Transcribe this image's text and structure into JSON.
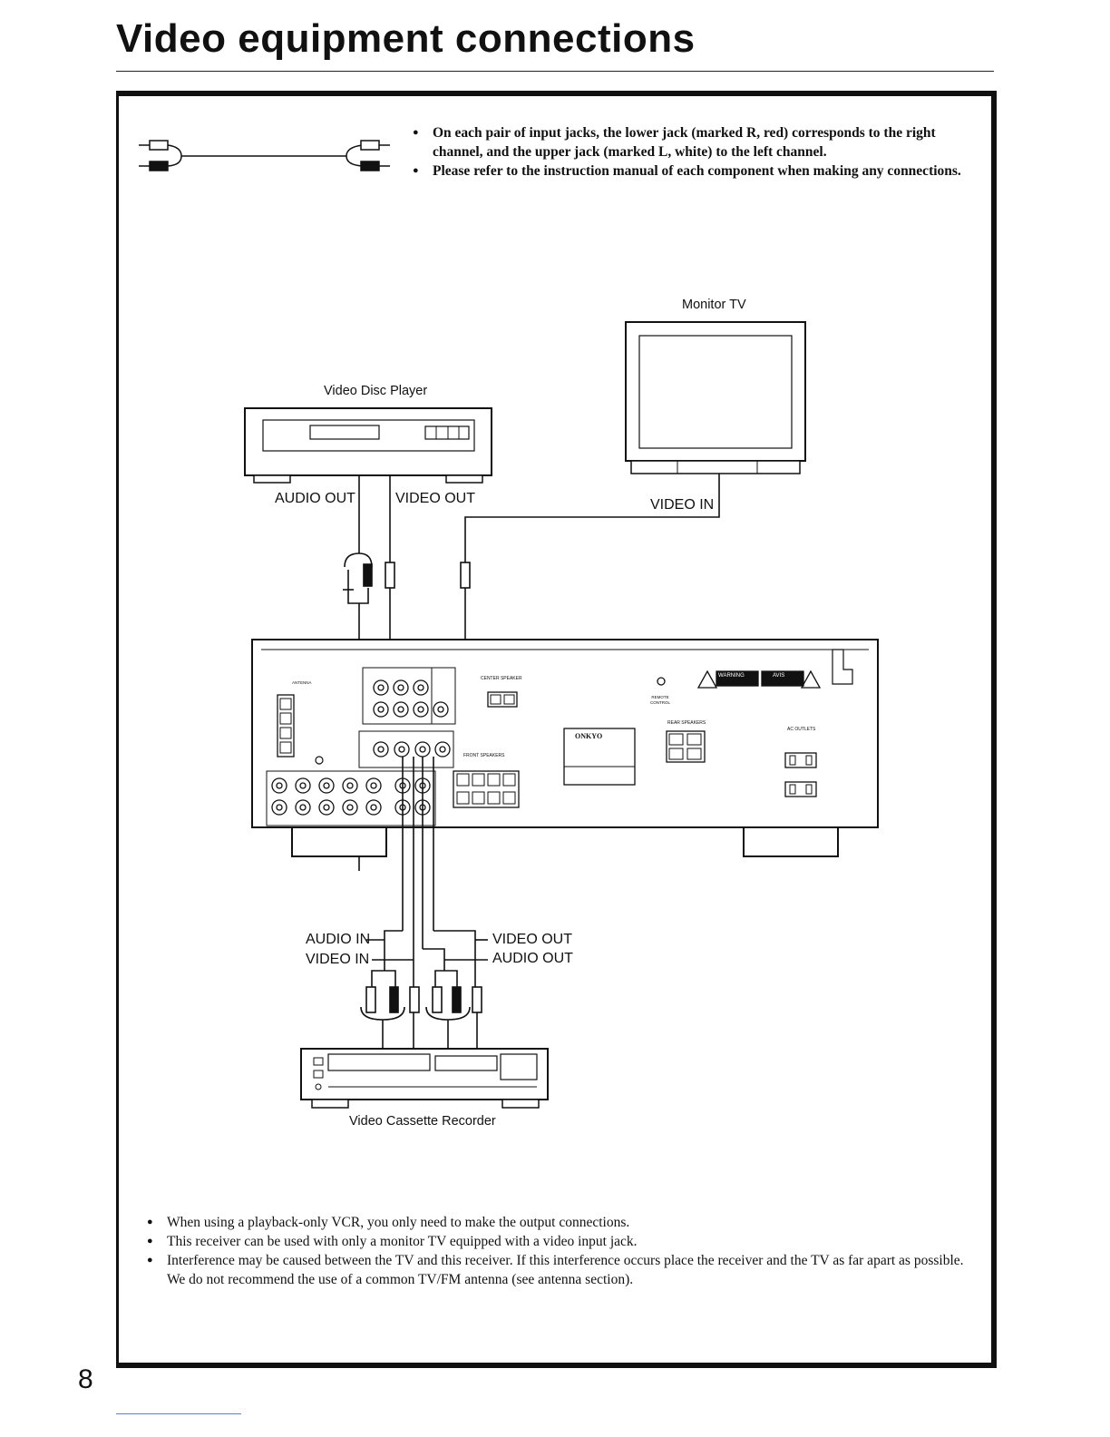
{
  "page": {
    "title": "Video equipment connections",
    "page_number": "8"
  },
  "top_notes": [
    "On each pair of input jacks, the lower jack (marked R, red) corresponds to the right channel, and the upper jack (marked L, white) to the left channel.",
    "Please refer to the instruction manual of each component when making any connections."
  ],
  "diagram": {
    "monitor_tv": "Monitor TV",
    "video_disc_player": "Video Disc Player",
    "audio_out_ldp": "AUDIO OUT",
    "video_out_ldp": "VIDEO OUT",
    "video_in_tv": "VIDEO IN",
    "audio_in_vcr": "AUDIO IN",
    "video_in_vcr": "VIDEO IN",
    "video_out_vcr": "VIDEO OUT",
    "audio_out_vcr": "AUDIO OUT",
    "video_cassette_recorder": "Video Cassette Recorder",
    "brand": "ONKYO",
    "warning": "WARNING",
    "avis": "AVIS",
    "front_speakers": "FRONT SPEAKERS",
    "rear_speakers": "REAR SPEAKERS",
    "center_speaker": "CENTER SPEAKER",
    "ac_outlets": "AC OUTLETS",
    "antenna": "ANTENNA",
    "remote_control": "REMOTE CONTROL"
  },
  "bottom_notes": [
    "When using a playback-only VCR, you only need to make the output connections.",
    "This receiver can be used with only a monitor TV equipped with a video input jack.",
    "Interference may be caused between the TV and this receiver. If this interference occurs place the receiver and the TV as far apart as possible. We do not recommend the use of a common TV/FM antenna (see antenna section)."
  ]
}
